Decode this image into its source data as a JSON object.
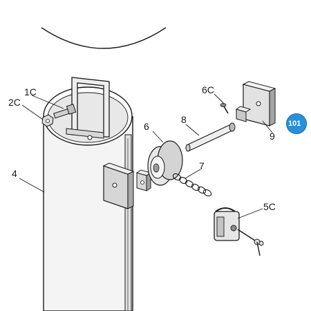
{
  "labels": {
    "part_1c": "1C",
    "part_2c": "2C",
    "part_4": "4",
    "part_6": "6",
    "part_6c": "6C",
    "part_7": "7",
    "part_8": "8",
    "part_9": "9",
    "part_5c": "5C"
  },
  "badge": {
    "text": "101",
    "color": "#2a8fd6"
  },
  "colors": {
    "line": "#1a1a1a",
    "fill_light": "#f2f2f2",
    "fill_mid": "#d9d9d9",
    "fill_dark": "#9a9a9a"
  }
}
